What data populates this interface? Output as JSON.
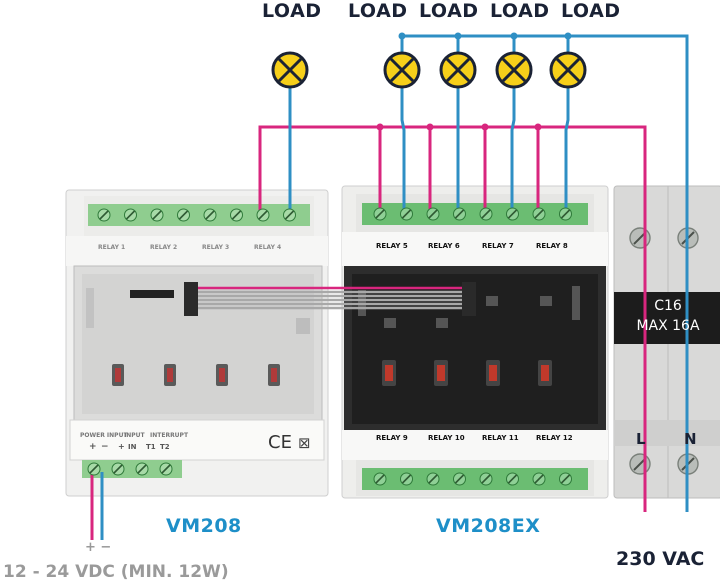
{
  "loads": [
    "LOAD",
    "LOAD",
    "LOAD",
    "LOAD",
    "LOAD"
  ],
  "modules": {
    "main": {
      "name": "VM208",
      "relays": [
        "RELAY 1",
        "RELAY 2",
        "RELAY 3",
        "RELAY 4"
      ],
      "bottom_labels": [
        "POWER INPUT",
        "INPUT",
        "INTERRUPT"
      ],
      "terminal_marks": [
        "+",
        "−",
        "+",
        "IN",
        "T1",
        "T2"
      ],
      "mark_text": "CE"
    },
    "expansion": {
      "name": "VM208EX",
      "top_relays": [
        "RELAY 5",
        "RELAY 6",
        "RELAY 7",
        "RELAY 8"
      ],
      "bottom_relays": [
        "RELAY 9",
        "RELAY 10",
        "RELAY 11",
        "RELAY 12"
      ]
    }
  },
  "breaker": {
    "rating_top": "C16",
    "rating_bottom": "MAX 16A",
    "line_label": "L",
    "neutral_label": "N",
    "supply": "230 VAC"
  },
  "dc_supply": {
    "polarity": "+ −",
    "label": "12 - 24 VDC (MIN. 12W)"
  },
  "colors": {
    "magenta_wire": "#d8267e",
    "blue_wire": "#2f8fc4",
    "lamp_fill": "#f6cf1a",
    "module_label": "#1e8fc8",
    "dark_text": "#1a2235",
    "terminal_green": "#6bbd72"
  }
}
